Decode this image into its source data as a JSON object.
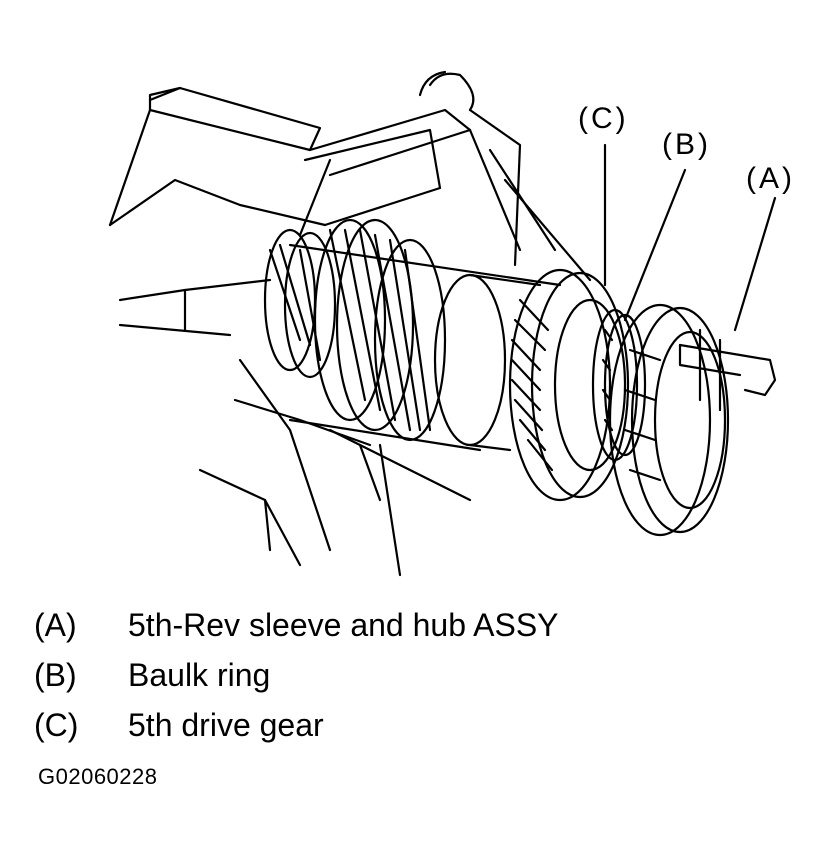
{
  "callouts": {
    "c": "(C)",
    "b": "(B)",
    "a": "(A)"
  },
  "legend": [
    {
      "key": "(A)",
      "text": "5th-Rev sleeve and hub ASSY"
    },
    {
      "key": "(B)",
      "text": "Baulk ring"
    },
    {
      "key": "(C)",
      "text": "5th drive gear"
    }
  ],
  "figure_code": "G02060228"
}
